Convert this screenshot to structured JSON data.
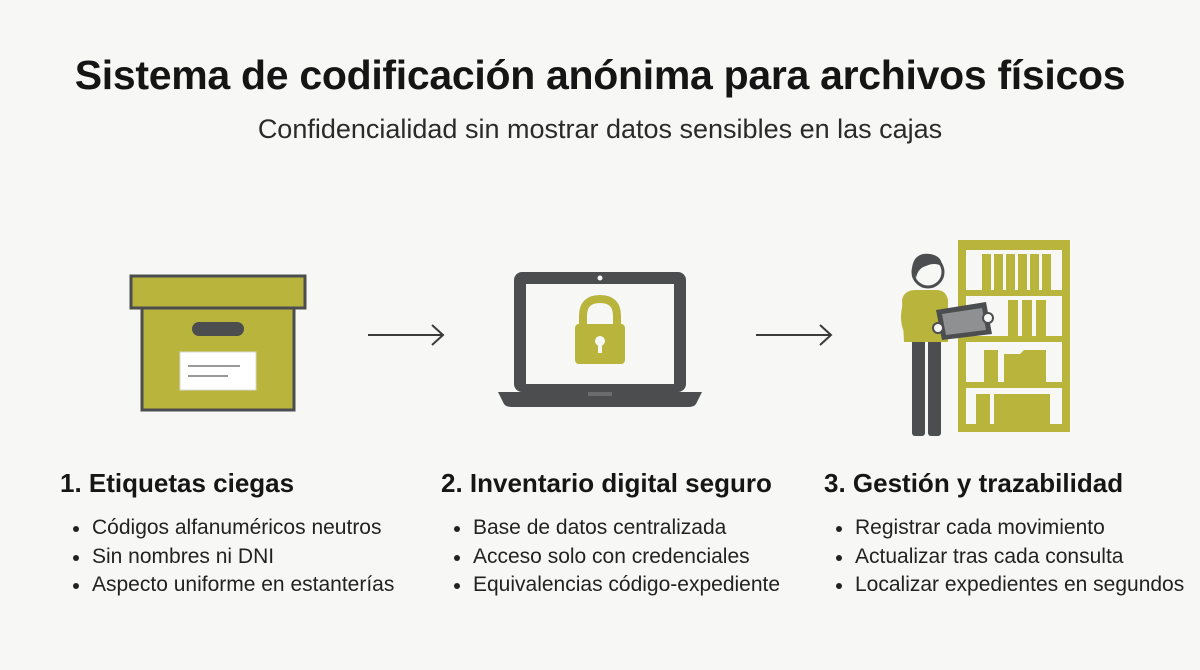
{
  "header": {
    "title": "Sistema de codificación anónima para archivos físicos",
    "subtitle": "Confidencialidad sin mostrar datos sensibles en las cajas"
  },
  "colors": {
    "accent": "#b9b43c",
    "dark": "#4b4d4f",
    "background": "#f7f7f6"
  },
  "steps": [
    {
      "icon": "archive-box-icon",
      "title": "1. Etiquetas ciegas",
      "bullets": [
        "Códigos alfanuméricos neutros",
        "Sin nombres ni DNI",
        "Aspecto uniforme en estanterías"
      ]
    },
    {
      "icon": "laptop-lock-icon",
      "title": "2. Inventario digital seguro",
      "bullets": [
        "Base de datos centralizada",
        "Acceso solo con credenciales",
        "Equivalencias código-expediente"
      ]
    },
    {
      "icon": "archivist-shelf-icon",
      "title": "3. Gestión y trazabilidad",
      "bullets": [
        "Registrar cada movimiento",
        "Actualizar tras cada consulta",
        "Localizar expedientes en segundos"
      ]
    }
  ]
}
